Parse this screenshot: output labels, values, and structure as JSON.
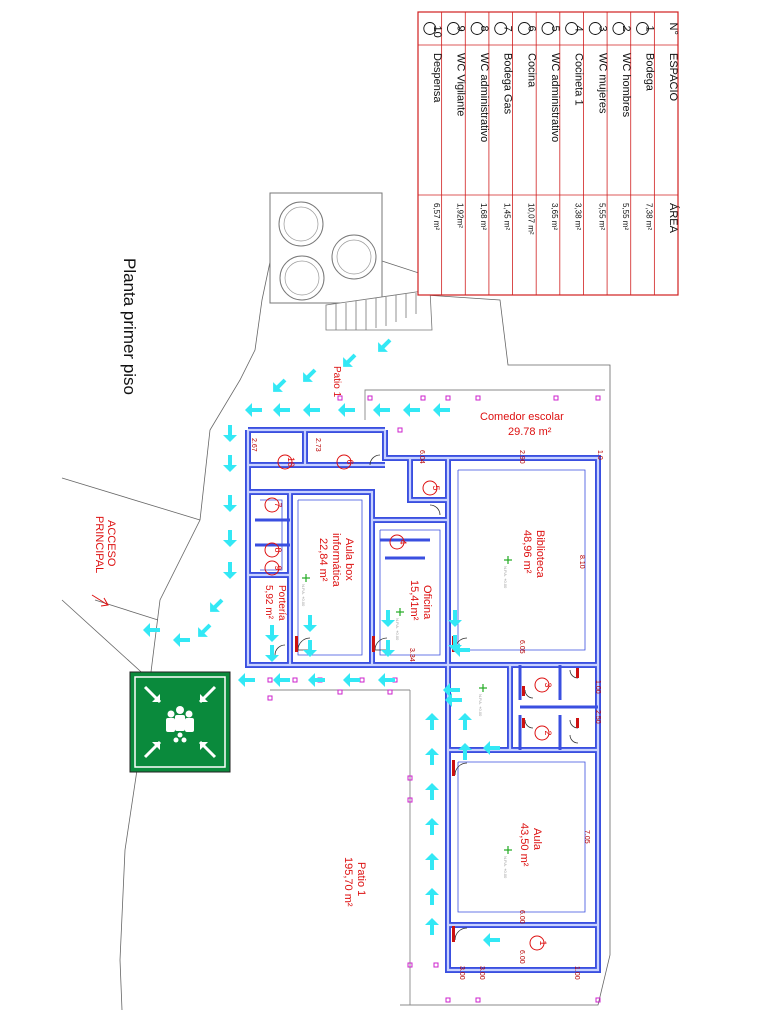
{
  "colors": {
    "wall": "#3a4fe0",
    "wall_fill": "#9fb0ff",
    "label": "#dd1111",
    "arrow": "#33e8f5",
    "table_line": "#d02020",
    "sign_green": "#0a8a3c",
    "marker": "#cc22cc",
    "origin_marker": "#22aa22"
  },
  "title": "Planta primer piso",
  "access_label": [
    "ACCESO",
    "PRINCIPAL"
  ],
  "table": {
    "headers": [
      "N°",
      "ESPACIO",
      "ÁREA"
    ],
    "rows": [
      {
        "n": "1",
        "space": "Bodega",
        "area": "7,38 m²"
      },
      {
        "n": "2",
        "space": "WC hombres",
        "area": "5,55 m²"
      },
      {
        "n": "3",
        "space": "WC mujeres",
        "area": "5,55 m²"
      },
      {
        "n": "4",
        "space": "Cocineta  1",
        "area": "3,38 m²"
      },
      {
        "n": "5",
        "space": "WC administrativo",
        "area": "3,65 m²"
      },
      {
        "n": "6",
        "space": "Cocina",
        "area": "10,07 m²"
      },
      {
        "n": "7",
        "space": "Bodega Gas",
        "area": "1,45 m²"
      },
      {
        "n": "8",
        "space": "WC administrativo",
        "area": "1,68 m²"
      },
      {
        "n": "9",
        "space": "WC Vigilante",
        "area": "1,92m²"
      },
      {
        "n": "10",
        "space": "Despensa",
        "area": "6,57 m²"
      }
    ]
  },
  "rooms": {
    "comedor": [
      "Comedor escolar",
      "29.78 m²"
    ],
    "biblioteca": [
      "Biblioteca",
      "48,96 m²"
    ],
    "aula_box": [
      "Aula box",
      "informática",
      "22,84 m²"
    ],
    "oficina": [
      "Oficina",
      "15,41m²"
    ],
    "porteria": [
      "Portería",
      "5,92 m²"
    ],
    "aula": [
      "Aula",
      "43,50 m²"
    ],
    "patio_top": "Patio 1",
    "patio_main": [
      "Patio 1",
      "195,70 m²"
    ]
  },
  "room_numbers": [
    "1",
    "2",
    "3",
    "4",
    "5",
    "6",
    "7",
    "8",
    "9",
    "10"
  ],
  "dimensions": [
    "2.67",
    "2.73",
    "6.04",
    "2.90",
    "1.0",
    "8.10",
    "6.05",
    "7.05",
    "6.00",
    "6.00",
    "3.34",
    "1.00",
    "3.00",
    "3.00",
    "1.00",
    "2.50"
  ],
  "level_tag": "N.P.A. +0.00"
}
